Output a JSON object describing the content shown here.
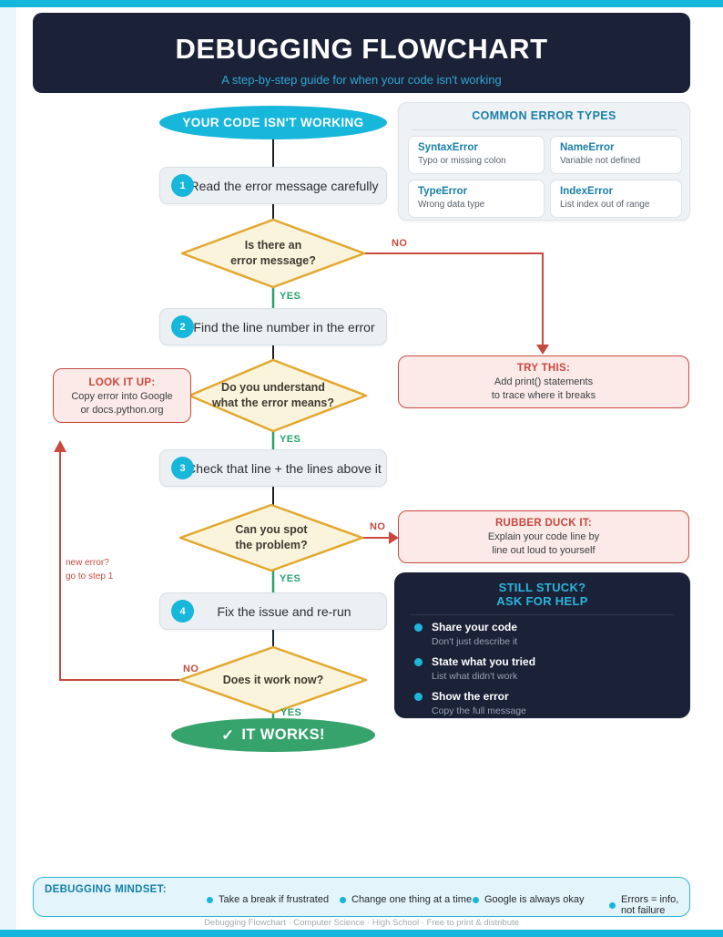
{
  "colors": {
    "accent_cyan": "#14B6DB",
    "navy": "#1B2137",
    "gold_border": "#E2A72E",
    "diamond_fill": "#FBF4DC",
    "red": "#C9493E",
    "pink_fill": "#FBEAE7",
    "green": "#2AA06F",
    "green_ellipse": "#37A36C",
    "teal_heading": "#1A7FA8"
  },
  "header": {
    "title": "DEBUGGING FLOWCHART",
    "subtitle": "A step-by-step guide for when your code isn't working"
  },
  "flow": {
    "start": "YOUR CODE ISN'T WORKING",
    "steps": [
      {
        "num": "1",
        "label": "Read the error message carefully"
      },
      {
        "num": "2",
        "label": "Find the line number in the error"
      },
      {
        "num": "3",
        "label": "Check that line + the lines above it"
      },
      {
        "num": "4",
        "label": "Fix the issue and re-run"
      }
    ],
    "decisions": [
      {
        "line1": "Is there an",
        "line2": "error message?"
      },
      {
        "line1": "Do you understand",
        "line2": "what the error means?"
      },
      {
        "line1": "Can you spot",
        "line2": "the problem?"
      },
      {
        "line1": "Does it work now?",
        "line2": ""
      }
    ],
    "labels": {
      "yes": "YES",
      "no": "NO",
      "loop_line1": "new error?",
      "loop_line2": "go to step 1"
    },
    "end_check": "✓",
    "end": "IT WORKS!"
  },
  "side_boxes": {
    "look_it_up": {
      "title": "LOOK IT UP:",
      "line1": "Copy error into Google",
      "line2": "or docs.python.org"
    },
    "try_this": {
      "title": "TRY THIS:",
      "line1": "Add print() statements",
      "line2": "to trace where it breaks"
    },
    "rubber_duck": {
      "title": "RUBBER DUCK IT:",
      "line1": "Explain your code line by",
      "line2": "line out loud to yourself"
    }
  },
  "error_panel": {
    "title": "COMMON ERROR TYPES",
    "errors": [
      {
        "name": "SyntaxError",
        "desc": "Typo or missing colon"
      },
      {
        "name": "NameError",
        "desc": "Variable not defined"
      },
      {
        "name": "TypeError",
        "desc": "Wrong data type"
      },
      {
        "name": "IndexError",
        "desc": "List index out of range"
      }
    ]
  },
  "help_panel": {
    "title_line1": "STILL STUCK?",
    "title_line2": "ASK FOR HELP",
    "items": [
      {
        "title": "Share your code",
        "desc": "Don't just describe it"
      },
      {
        "title": "State what you tried",
        "desc": "List what didn't work"
      },
      {
        "title": "Show the error",
        "desc": "Copy the full message"
      }
    ]
  },
  "mindset": {
    "title": "DEBUGGING MINDSET:",
    "items": [
      "Take a break if frustrated",
      "Change one thing at a time",
      "Google is always okay",
      "Errors = info, not failure"
    ]
  },
  "footer": "Debugging Flowchart  ·  Computer Science  ·  High School  ·  Free to print & distribute"
}
